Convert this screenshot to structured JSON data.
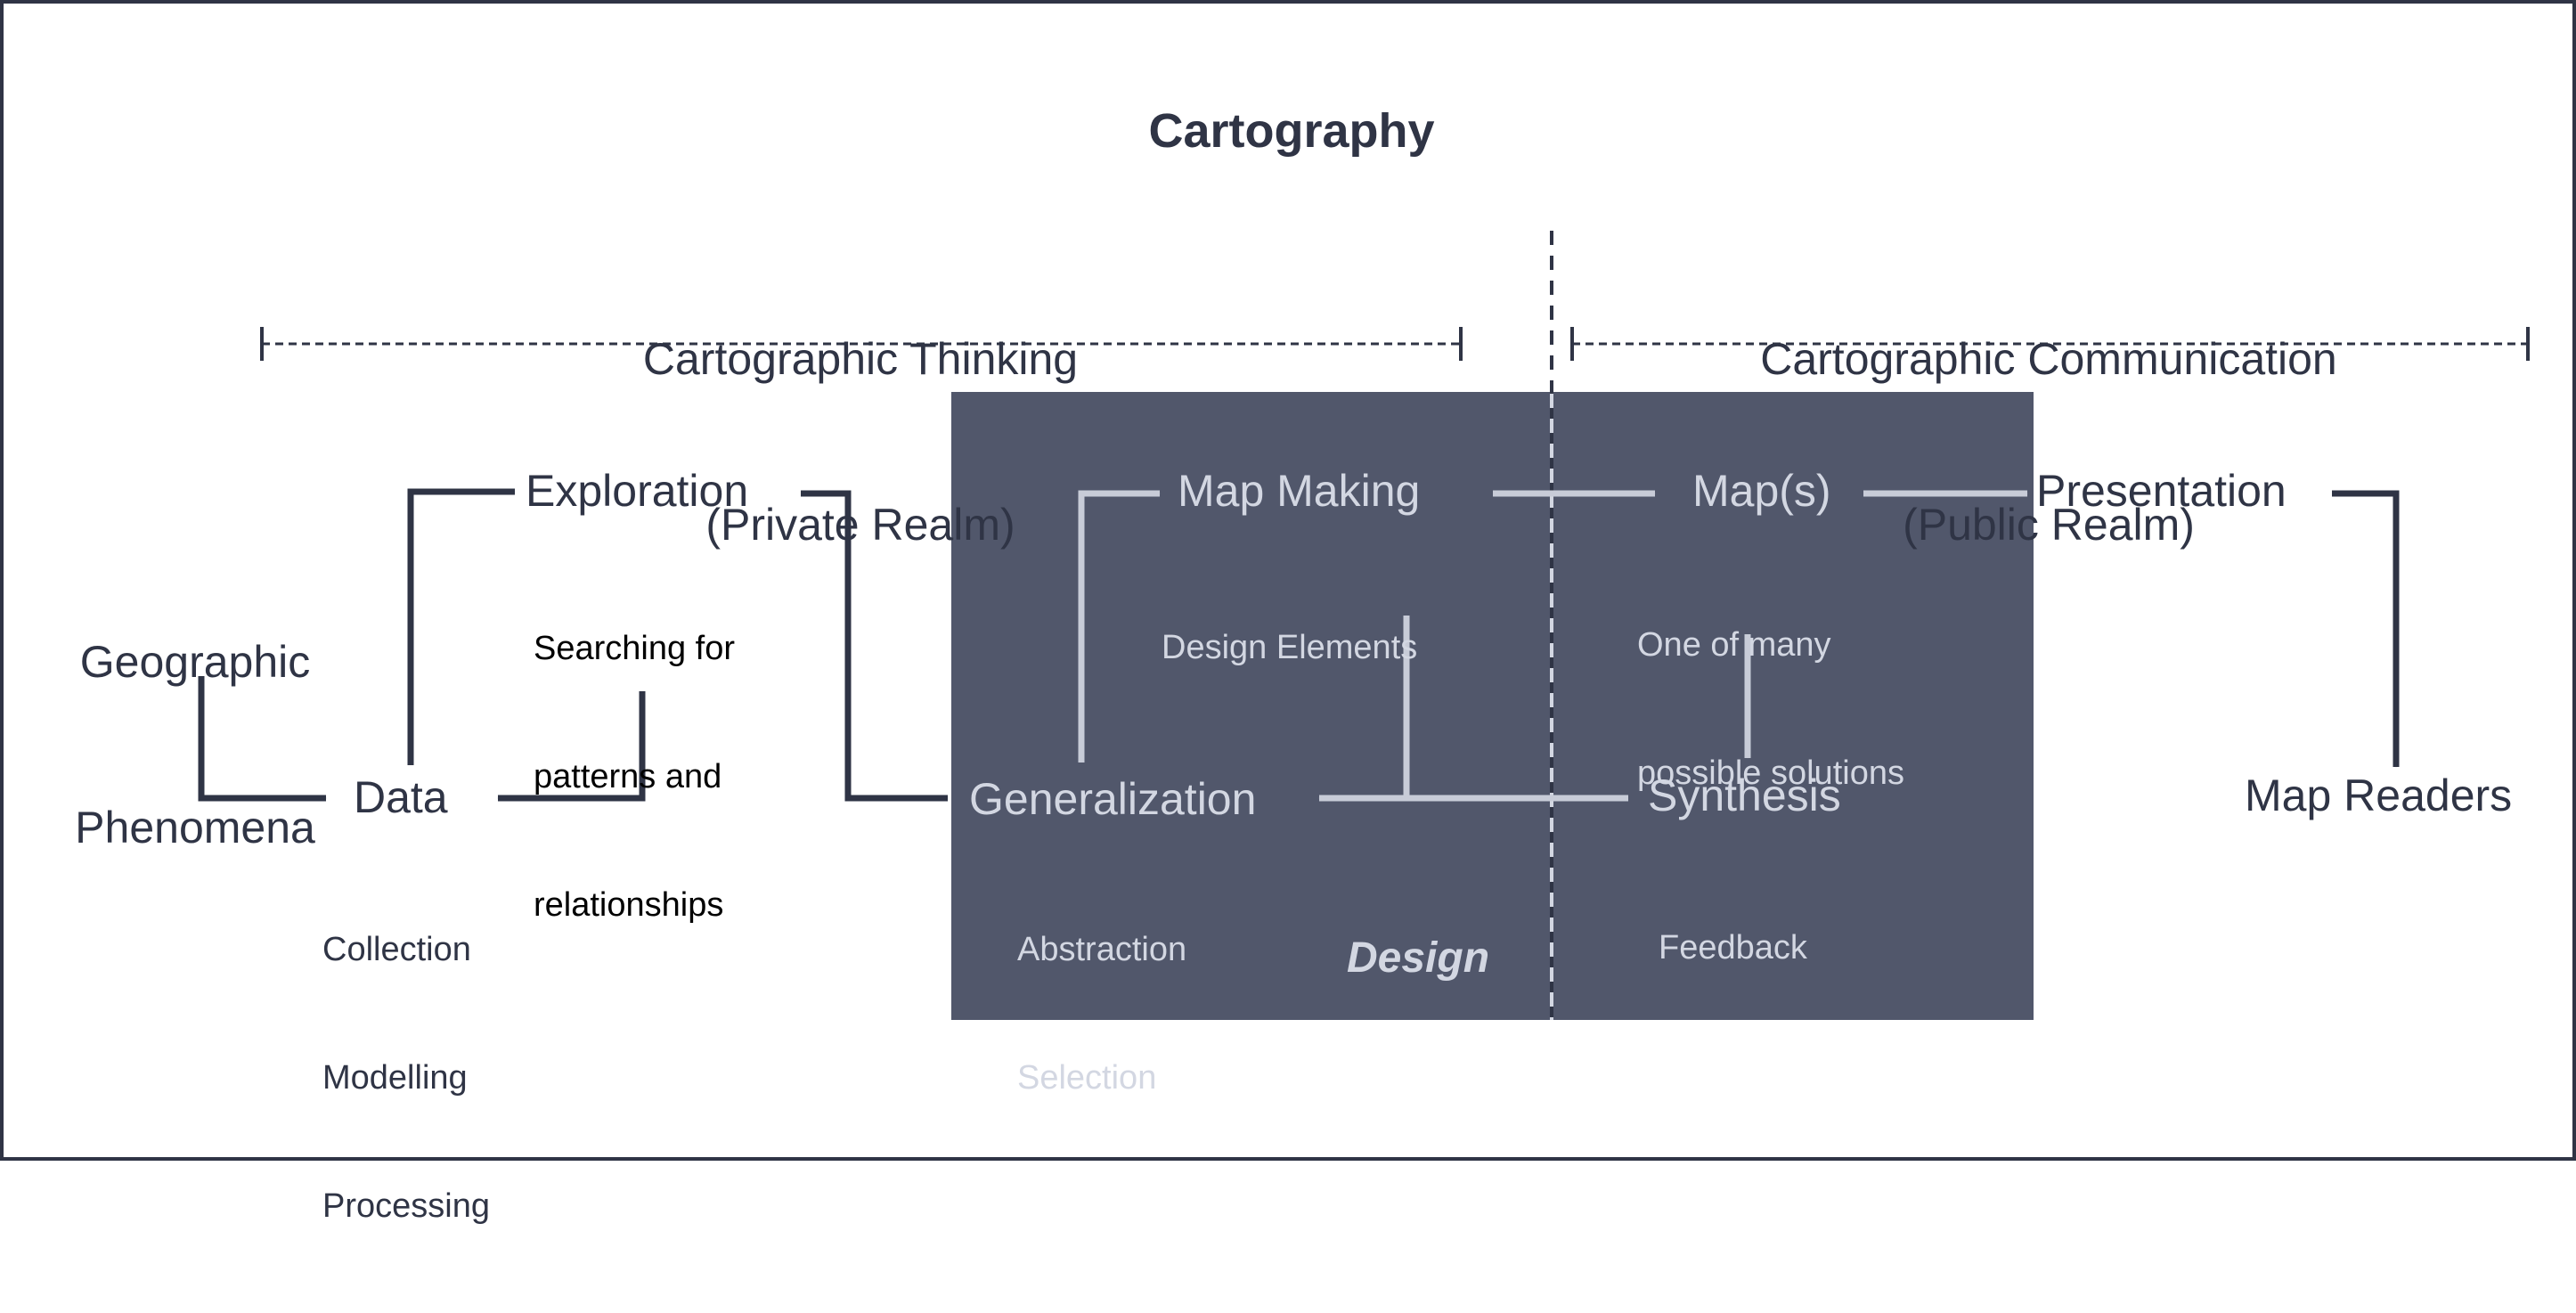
{
  "title": "Cartography",
  "realms": {
    "thinking": {
      "line1": "Cartographic Thinking",
      "line2": "(Private Realm)"
    },
    "communication": {
      "line1": "Cartographic Communication",
      "line2": "(Public Realm)"
    }
  },
  "design_label": "Design",
  "nodes": {
    "geographic": {
      "line1": "Geographic",
      "line2": "Phenomena"
    },
    "data": {
      "label": "Data",
      "sub": [
        "Collection",
        "Modelling",
        "Processing"
      ]
    },
    "exploration": {
      "label": "Exploration",
      "sub": [
        "Searching for",
        "patterns and",
        "relationships"
      ]
    },
    "generalization": {
      "label": "Generalization",
      "sub": [
        "Abstraction",
        "Selection"
      ]
    },
    "map_making": {
      "label": "Map Making",
      "sub": [
        "Design Elements"
      ]
    },
    "maps": {
      "label": "Map(s)",
      "sub": [
        "One of many",
        "possible solutions"
      ]
    },
    "synthesis": {
      "label": "Synthesis",
      "sub": [
        "Feedback"
      ]
    },
    "presentation": {
      "label": "Presentation"
    },
    "map_readers": {
      "label": "Map Readers"
    }
  },
  "colors": {
    "dark": "#2f3445",
    "design_panel": "#51576b",
    "light": "#d3d7e2",
    "arrow_light": "#c8ccd8"
  }
}
